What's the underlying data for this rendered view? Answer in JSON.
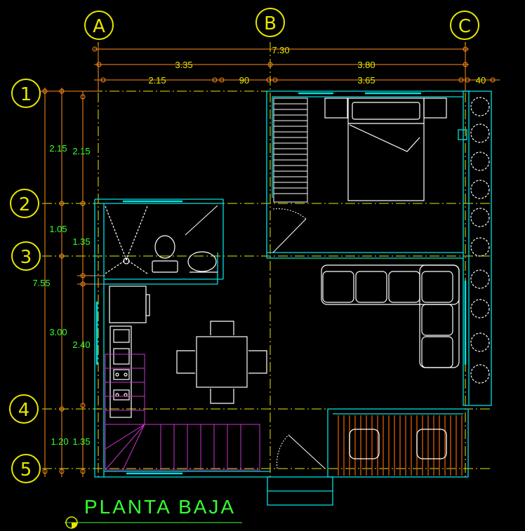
{
  "grid": {
    "columns": [
      "A",
      "B",
      "C"
    ],
    "rows": [
      "1",
      "2",
      "3",
      "4",
      "5"
    ]
  },
  "dims": {
    "total_width": "7.30",
    "span_ab": "3.35",
    "span_bc": "3.80",
    "d_215": "2.15",
    "d_90": "90",
    "d_365": "3.65",
    "d_40": "40",
    "total_height": "7.55",
    "v1": "2.15",
    "v1b": "2.15",
    "v2": "1.05",
    "v2b": "1.35",
    "v3": "3.00",
    "v3b": "2.40",
    "v4": "1.20",
    "v4b": "1.35"
  },
  "title": "PLANTA  BAJA",
  "colors": {
    "background": "#000000",
    "walls": "#00e0e0",
    "grid_lines": "#e6e600",
    "dimension_lines": "#ff8c1a",
    "text_green": "#33ff33",
    "furniture": "#ffffff",
    "stairs": "#cc33cc",
    "deck": "#cc5500"
  }
}
